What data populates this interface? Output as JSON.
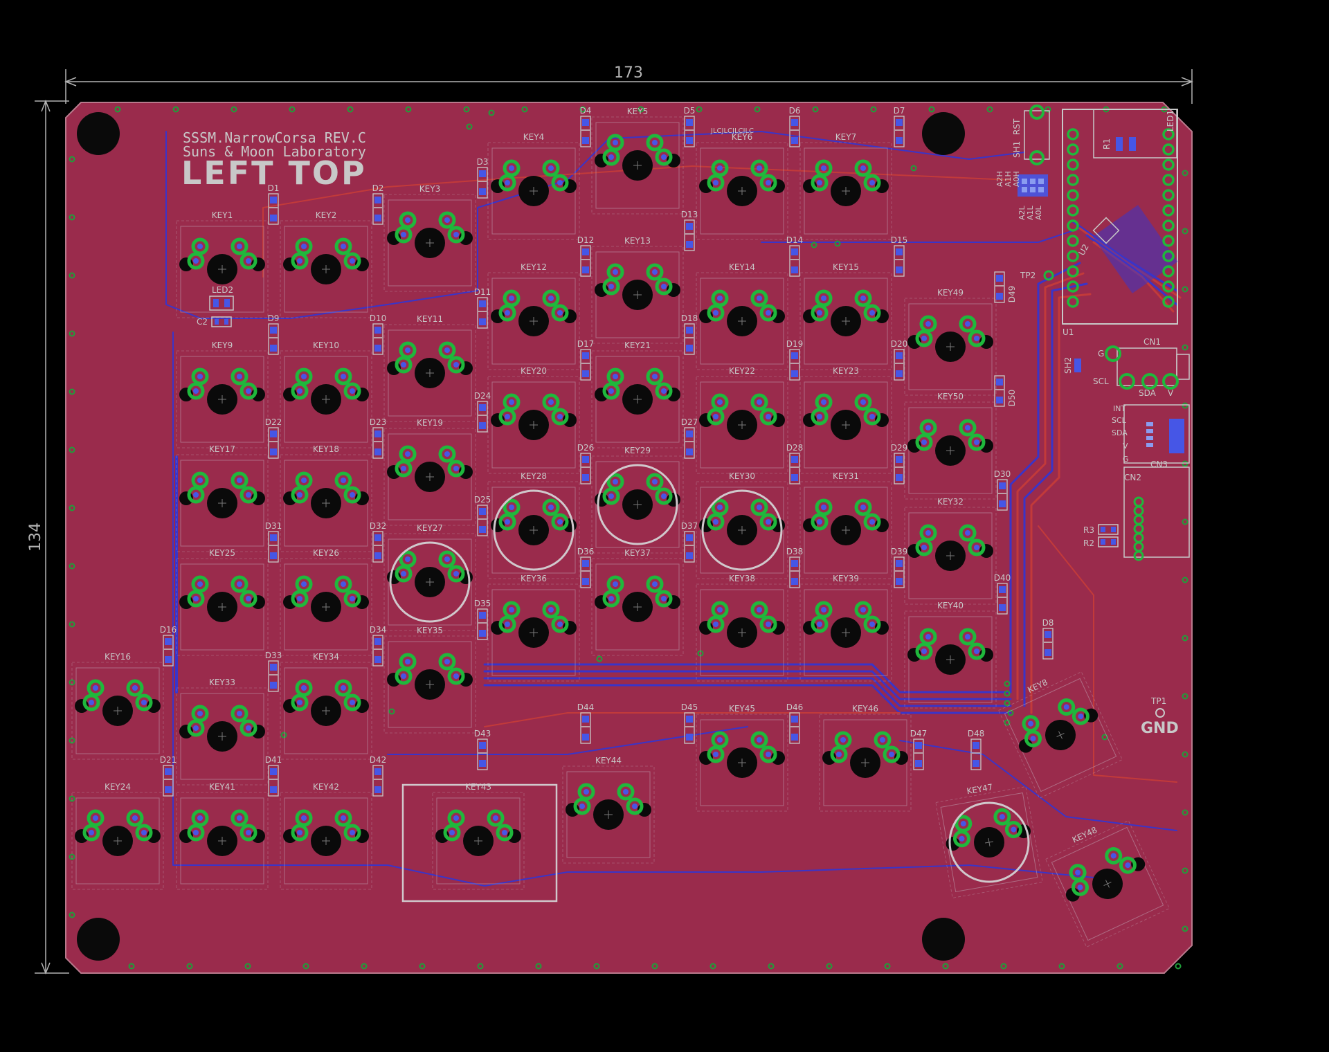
{
  "colors": {
    "background": "#000000",
    "board_fill": "#9a2b4c",
    "board_outline": "#b87a8c",
    "silk": "#c8c8c8",
    "silk_dim": "#c0a0b0",
    "pad_green": "#1fb83c",
    "pad_blue": "#4656e6",
    "trace_red": "#c23a3a",
    "trace_blue": "#3a34c8",
    "hole": "#0a0a0a",
    "dimension": "#b4b4b4",
    "via": "#1ea03a"
  },
  "dimensions": {
    "width_label": "173",
    "height_label": "134"
  },
  "board": {
    "title_line1": "SSSM.NarrowCorsa REV.C",
    "title_line2": "Suns & Moon Laboratory",
    "side_label": "LEFT TOP",
    "jlc_label": "JLCJLCJLCJLC",
    "gnd_label": "GND"
  },
  "keys": [
    "KEY1",
    "KEY2",
    "KEY3",
    "KEY4",
    "KEY5",
    "KEY6",
    "KEY7",
    "KEY8",
    "KEY9",
    "KEY10",
    "KEY11",
    "KEY12",
    "KEY13",
    "KEY14",
    "KEY15",
    "KEY16",
    "KEY17",
    "KEY18",
    "KEY19",
    "KEY20",
    "KEY21",
    "KEY22",
    "KEY23",
    "KEY24",
    "KEY25",
    "KEY26",
    "KEY27",
    "KEY28",
    "KEY29",
    "KEY30",
    "KEY31",
    "KEY32",
    "KEY33",
    "KEY34",
    "KEY35",
    "KEY36",
    "KEY37",
    "KEY38",
    "KEY39",
    "KEY40",
    "KEY41",
    "KEY42",
    "KEY43",
    "KEY44",
    "KEY45",
    "KEY46",
    "KEY47",
    "KEY48",
    "KEY49",
    "KEY50"
  ],
  "diodes": [
    "D1",
    "D2",
    "D3",
    "D4",
    "D5",
    "D6",
    "D7",
    "D8",
    "D9",
    "D10",
    "D11",
    "D12",
    "D13",
    "D14",
    "D15",
    "D16",
    "D17",
    "D18",
    "D19",
    "D20",
    "D21",
    "D22",
    "D23",
    "D24",
    "D25",
    "D26",
    "D27",
    "D28",
    "D29",
    "D30",
    "D31",
    "D32",
    "D33",
    "D34",
    "D35",
    "D36",
    "D37",
    "D38",
    "D39",
    "D40",
    "D41",
    "D42",
    "D43",
    "D44",
    "D45",
    "D46",
    "D47",
    "D48",
    "D49",
    "D50"
  ],
  "components": {
    "led1": "LED1",
    "led2": "LED2",
    "c2": "C2",
    "r1": "R1",
    "r2": "R2",
    "r3": "R3",
    "u1": "U1",
    "u2": "U2",
    "sh1": "SH1",
    "sh2": "SH2",
    "rst": "RST",
    "tp1": "TP1",
    "tp2": "TP2",
    "cn1": "CN1",
    "cn2": "CN2",
    "cn3": "CN3",
    "a0h": "A0H",
    "a1h": "A1H",
    "a2h": "A2H",
    "a0l": "A0L",
    "a1l": "A1L",
    "a2l": "A2L"
  },
  "connector_pins": {
    "cn1": [
      "G",
      "SCL",
      "SDA",
      "V"
    ],
    "cn3": [
      "INT",
      "SCL",
      "SDA",
      "V",
      "G"
    ]
  }
}
